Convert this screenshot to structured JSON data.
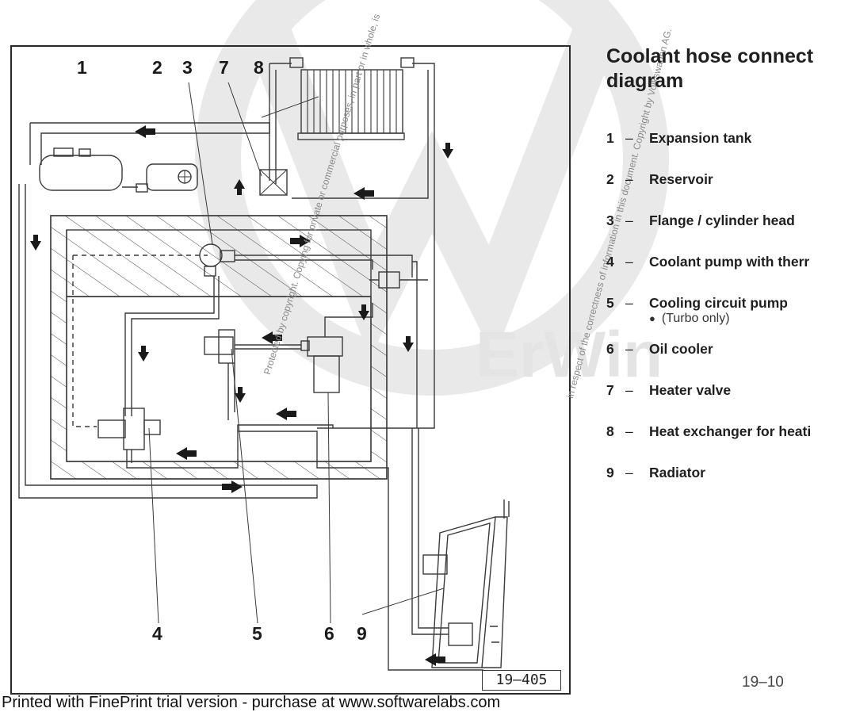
{
  "title": "Coolant hose connect\ndiagram",
  "title_line1": "Coolant hose connect",
  "title_line2": "diagram",
  "callouts": [
    "1",
    "2",
    "3",
    "7",
    "8",
    "4",
    "5",
    "6",
    "9"
  ],
  "legend": [
    {
      "num": "1",
      "dash": "–",
      "label": "Expansion tank"
    },
    {
      "num": "2",
      "dash": "–",
      "label": "Reservoir"
    },
    {
      "num": "3",
      "dash": "–",
      "label": "Flange / cylinder head"
    },
    {
      "num": "4",
      "dash": "–",
      "label": "Coolant pump with therr"
    },
    {
      "num": "5",
      "dash": "–",
      "label": "Cooling circuit pump",
      "sub": "(Turbo only)"
    },
    {
      "num": "6",
      "dash": "–",
      "label": "Oil cooler"
    },
    {
      "num": "7",
      "dash": "–",
      "label": "Heater valve"
    },
    {
      "num": "8",
      "dash": "–",
      "label": "Heat exchanger for heati"
    },
    {
      "num": "9",
      "dash": "–",
      "label": "Radiator"
    }
  ],
  "reference_code": "19–405",
  "page_number": "19–10",
  "footer": "Printed with FinePrint trial version - purchase at www.softwarelabs.com",
  "watermark": {
    "text_diag": "Protected by copyright. Copying for private or commercial purposes, in part or in whole, is",
    "text_right": "in respect of the correctness of information in this document. Copyright by Volkswagen AG.",
    "brand": "ErWin",
    "logo": "vw-logo-watermark"
  },
  "colors": {
    "line": "#3a3a3a",
    "hatch": "#4a4a4a",
    "watermark": "#e6e6e6"
  }
}
